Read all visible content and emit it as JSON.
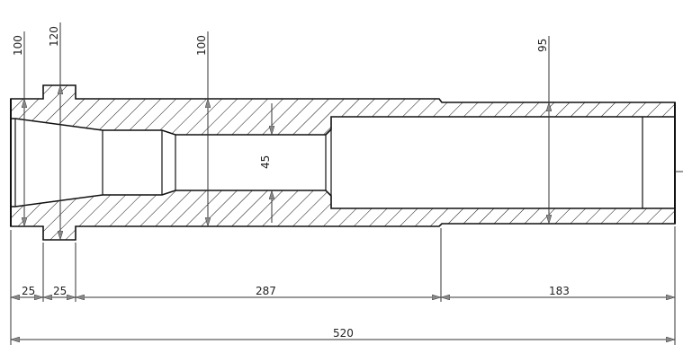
{
  "drawing": {
    "title": "Shaft sleeve section view",
    "diameter_dims": [
      "100",
      "120",
      "100",
      "45",
      "95"
    ],
    "length_dims": [
      "25",
      "25",
      "287",
      "183"
    ],
    "overall_length": "520"
  },
  "colors": {
    "line": "#111111",
    "dim": "#333333",
    "background": "#ffffff"
  }
}
